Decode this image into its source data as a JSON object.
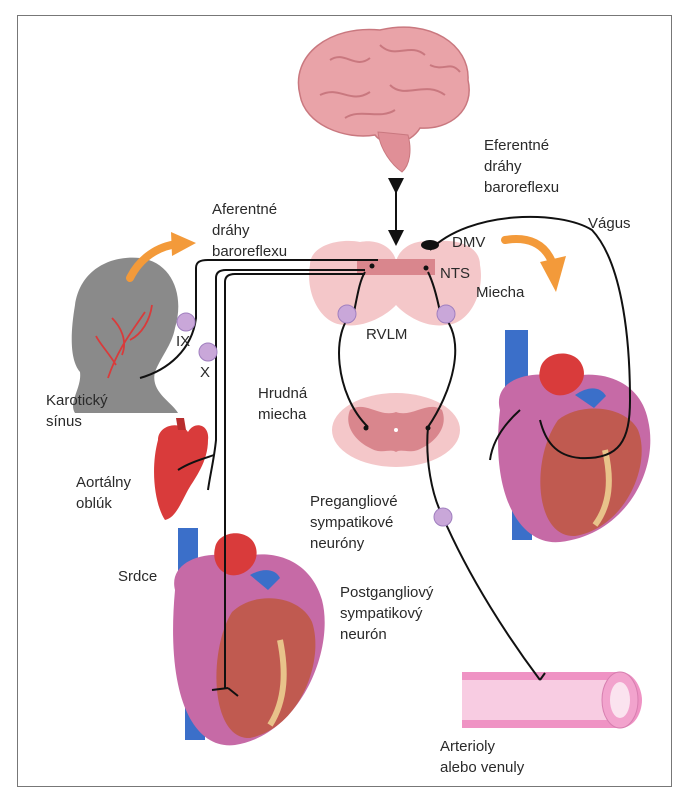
{
  "labels": {
    "efferent": [
      "Eferentné",
      "dráhy",
      "baroreflexu"
    ],
    "afferent": [
      "Aferentné",
      "dráhy",
      "baroreflexu"
    ],
    "vagus": "Vágus",
    "dmv": "DMV",
    "nts": "NTS",
    "miecha": "Miecha",
    "ix": "IX",
    "x": "X",
    "rvlm": "RVLM",
    "karoticky": [
      "Karotický",
      "sínus"
    ],
    "hrudna": [
      "Hrudná",
      "miecha"
    ],
    "aortalny": [
      "Aortálny",
      "oblúk"
    ],
    "pregang": [
      "Pregangliové",
      "sympatikové",
      "neuróny"
    ],
    "srdce": "Srdce",
    "postgang": [
      "Postgangliový",
      "sympatikový",
      "neurón"
    ],
    "arterioly": [
      "Arterioly",
      "alebo venuly"
    ]
  },
  "colors": {
    "brain": "#e9a3a8",
    "medulla": "#f4c7c9",
    "arrow": "#f39a3a",
    "ganglion": "#c9a7d9",
    "head": "#8a8a8a",
    "heart_red": "#d93b3b",
    "heart_blue": "#3b6fc9",
    "vessel": "#ef93c4"
  }
}
